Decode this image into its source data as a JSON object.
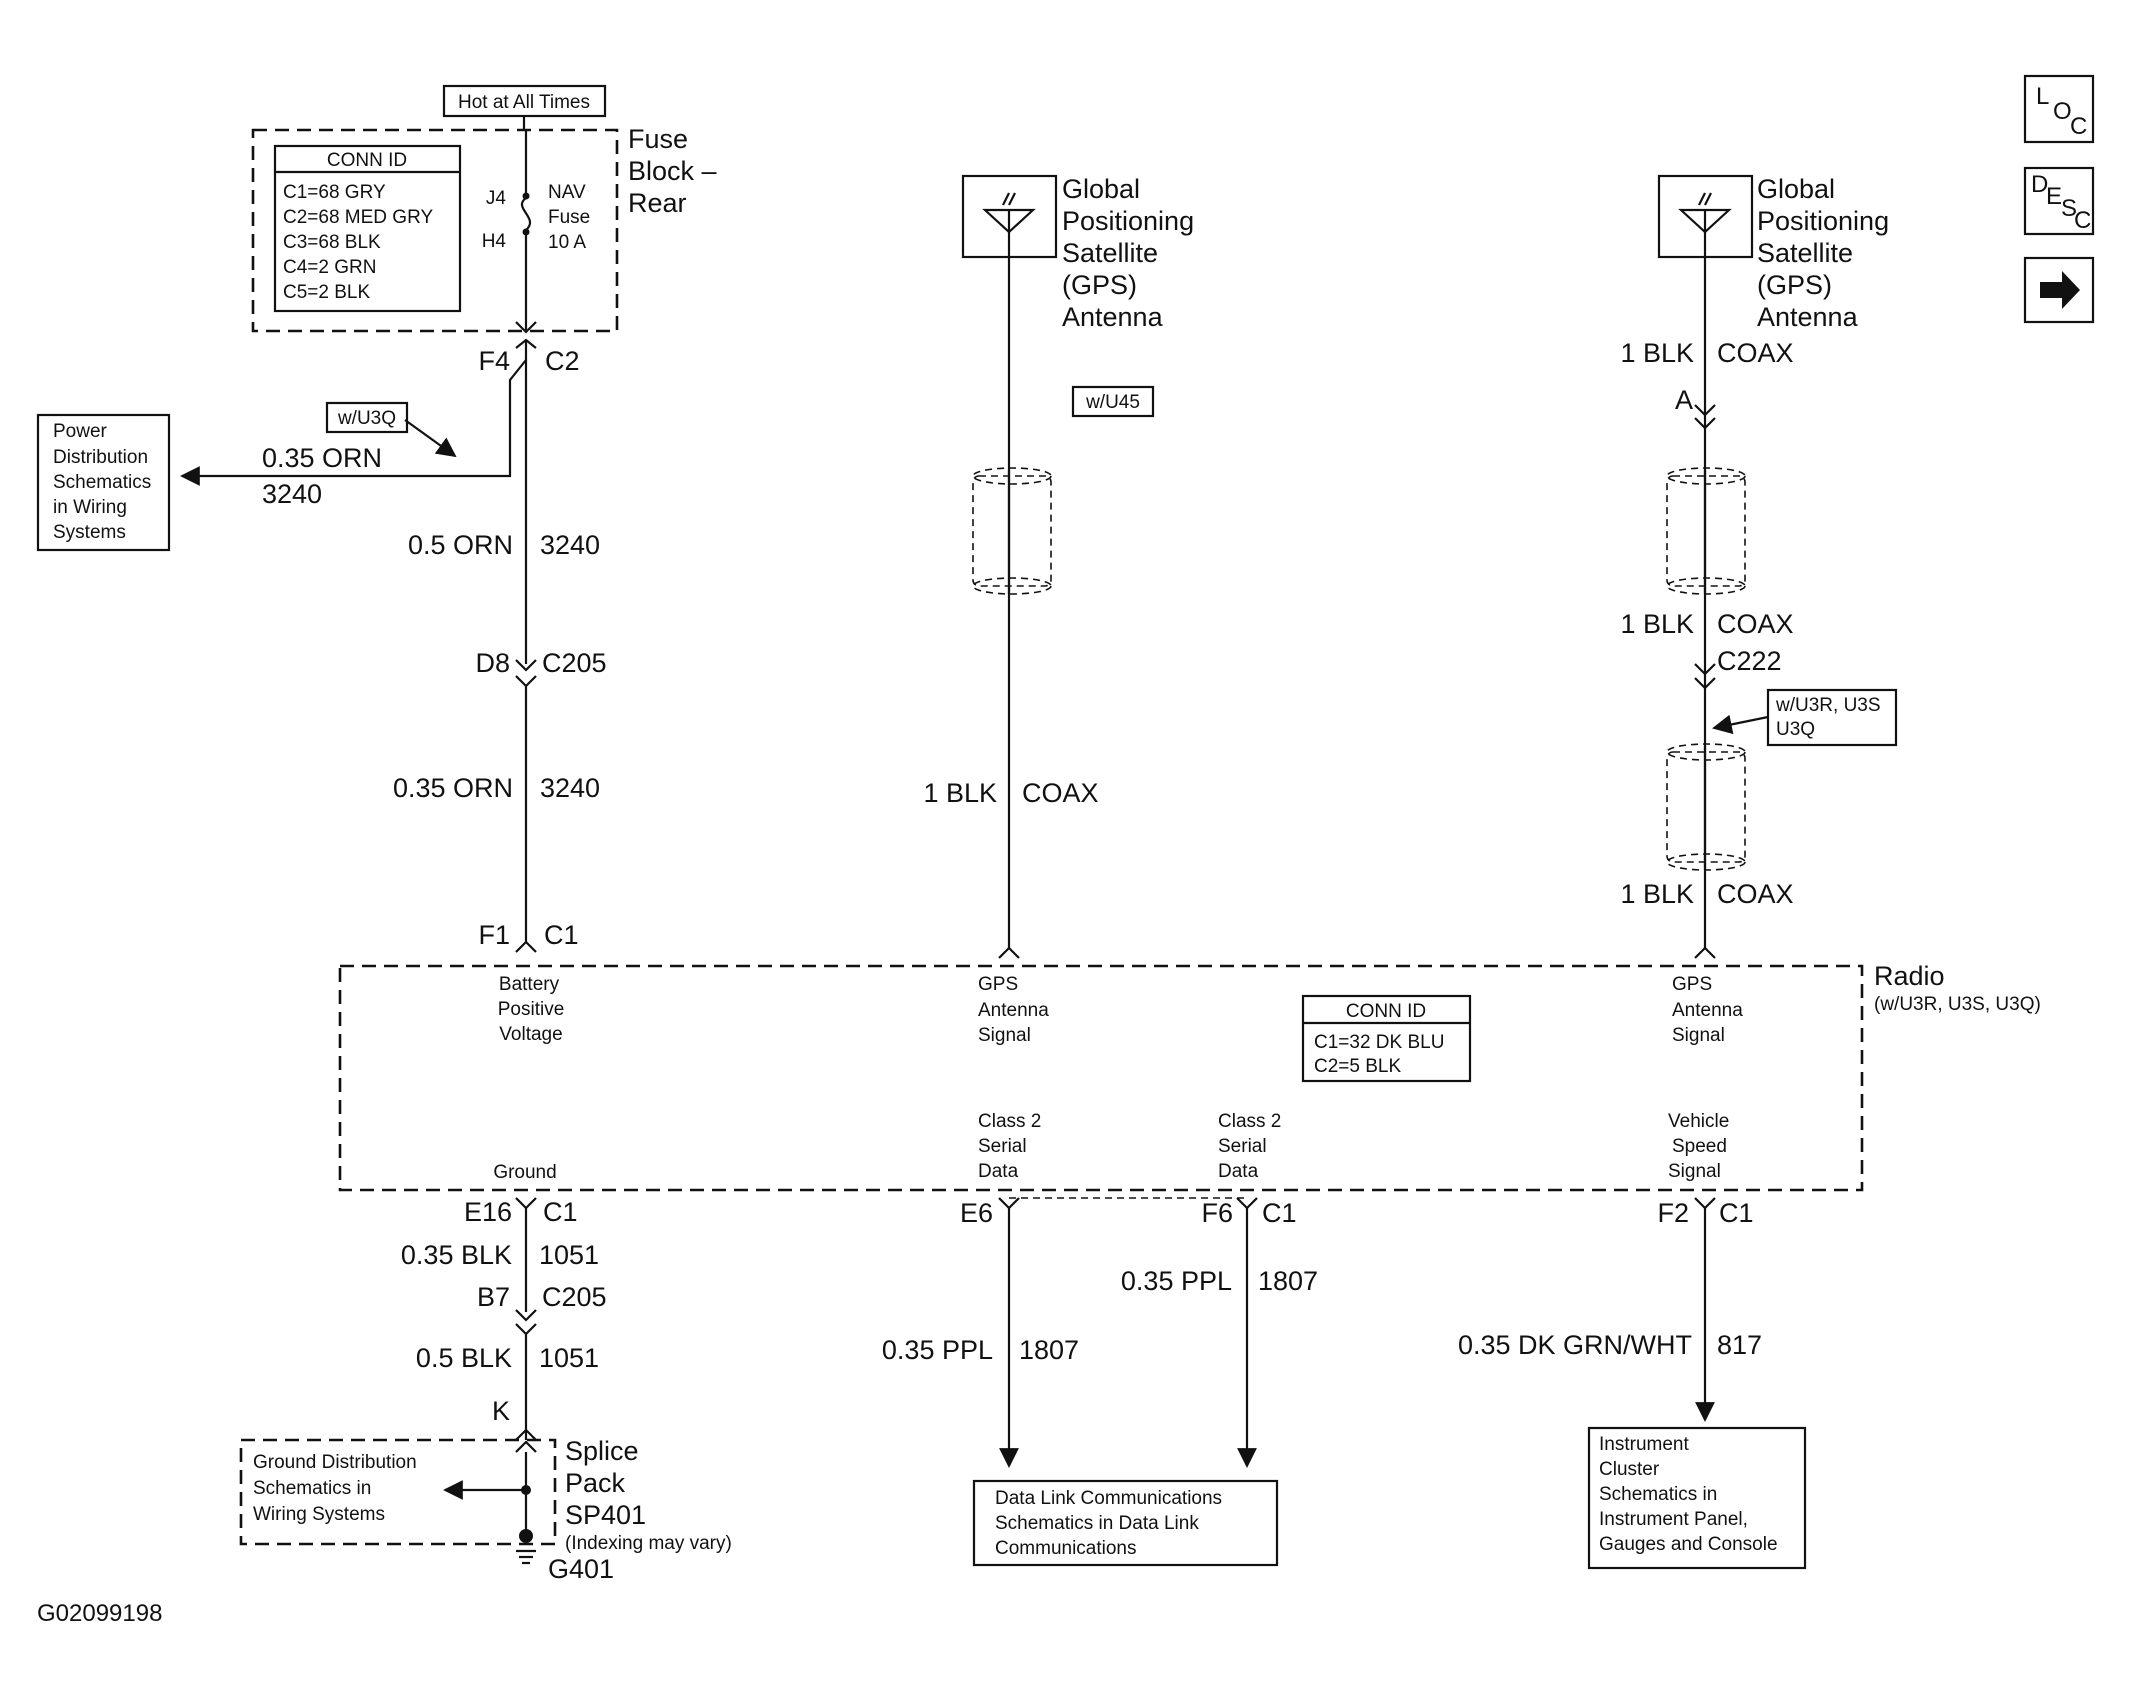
{
  "hot_label": "Hot at All Times",
  "fuse_block": {
    "title": [
      "Fuse",
      "Block –",
      "Rear"
    ],
    "conn_id_title": "CONN ID",
    "conn_ids": [
      "C1=68 GRY",
      "C2=68 MED GRY",
      "C3=68 BLK",
      "C4=2 GRN",
      "C5=2 BLK"
    ],
    "pin_in": "J4",
    "pin_out": "H4",
    "fuse_label": [
      "NAV",
      "Fuse",
      "10 A"
    ]
  },
  "nav_buttons": {
    "loc": [
      "L",
      "O",
      "C"
    ],
    "desc": [
      "D",
      "E",
      "S",
      "C"
    ],
    "next_icon": "arrow-right-icon"
  },
  "power_dist": {
    "lines": [
      "Power",
      "Distribution",
      "Schematics",
      "in Wiring",
      "Systems"
    ],
    "option": "w/U3Q",
    "wire": "0.35 ORN",
    "circuit": "3240"
  },
  "power_feed": {
    "conn_top_pin": "F4",
    "conn_top_id": "C2",
    "wire1": "0.5 ORN",
    "circuit1": "3240",
    "inline_pin": "D8",
    "inline_id": "C205",
    "wire2": "0.35 ORN",
    "circuit2": "3240",
    "radio_pin": "F1",
    "radio_id": "C1"
  },
  "gps_antenna_1": {
    "name": [
      "Global",
      "Positioning",
      "Satellite",
      "(GPS)",
      "Antenna"
    ],
    "option": "w/U45",
    "wire": "1 BLK",
    "circuit": "COAX"
  },
  "gps_antenna_2": {
    "name": [
      "Global",
      "Positioning",
      "Satellite",
      "(GPS)",
      "Antenna"
    ],
    "wire_top": "1 BLK",
    "circuit_top": "COAX",
    "pin_a": "A",
    "wire_mid": "1 BLK",
    "circuit_mid": "COAX",
    "inline_id": "C222",
    "option": [
      "w/U3R, U3S",
      "U3Q"
    ],
    "wire_bot": "1 BLK",
    "circuit_bot": "COAX"
  },
  "radio": {
    "title": "Radio",
    "subtitle": "(w/U3R, U3S, U3Q)",
    "conn_id_title": "CONN ID",
    "conn_ids": [
      "C1=32 DK BLU",
      "C2=5 BLK"
    ],
    "pins": {
      "battery": [
        "Battery",
        "Positive",
        "Voltage"
      ],
      "gps1": [
        "GPS",
        "Antenna",
        "Signal"
      ],
      "gps2": [
        "GPS",
        "Antenna",
        "Signal"
      ],
      "ground": "Ground",
      "class2a": [
        "Class 2",
        "Serial",
        "Data"
      ],
      "class2b": [
        "Class 2",
        "Serial",
        "Data"
      ],
      "vss": [
        "Vehicle",
        "Speed",
        "Signal"
      ]
    }
  },
  "ground_circuit": {
    "radio_pin": "E16",
    "radio_id": "C1",
    "wire1": "0.35 BLK",
    "circuit1": "1051",
    "inline_pin": "B7",
    "inline_id": "C205",
    "wire2": "0.5 BLK",
    "circuit2": "1051",
    "splice_pin": "K",
    "splice": [
      "Splice",
      "Pack",
      "SP401"
    ],
    "splice_note": "(Indexing may vary)",
    "ground_id": "G401",
    "dist": [
      "Ground Distribution",
      "Schematics in",
      "Wiring Systems"
    ]
  },
  "data_link": {
    "pin_a": "E6",
    "pin_b": "F6",
    "conn_b": "C1",
    "wire_a": "0.35 PPL",
    "circuit_a": "1807",
    "wire_b": "0.35 PPL",
    "circuit_b": "1807",
    "dest": [
      "Data Link Communications",
      "Schematics in Data Link",
      "Communications"
    ]
  },
  "vss_circuit": {
    "pin": "F2",
    "conn": "C1",
    "wire": "0.35 DK GRN/WHT",
    "circuit": "817",
    "dest": [
      "Instrument",
      "Cluster",
      "Schematics in",
      "Instrument Panel,",
      "Gauges and Console"
    ]
  },
  "figure_id": "G02099198"
}
